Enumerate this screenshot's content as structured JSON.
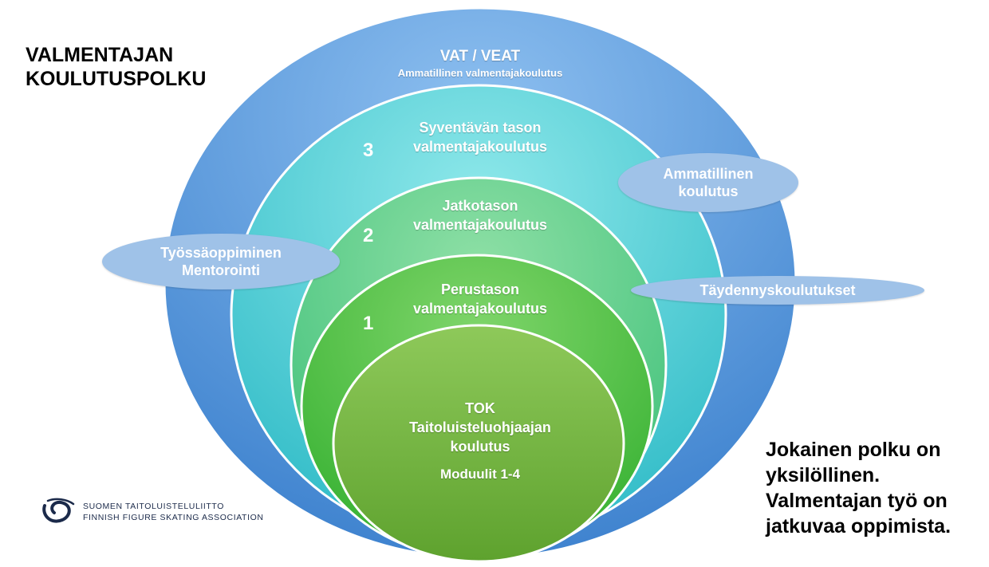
{
  "title": "VALMENTAJAN\nKOULUTUSPOLKU",
  "levels": {
    "vat": {
      "heading": "VAT / VEAT",
      "subheading": "Ammatillinen valmentajakoulutus"
    },
    "level3": {
      "number": "3",
      "label": "Syventävän tason\nvalmentajakoulutus"
    },
    "level2": {
      "number": "2",
      "label": "Jatkotason\nvalmentajakoulutus"
    },
    "level1": {
      "number": "1",
      "label": "Perustason\nvalmentajakoulutus"
    },
    "tok": {
      "heading": "TOK\nTaitoluisteluohjaajan\nkoulutus",
      "modules": "Moduulit 1-4"
    }
  },
  "side_labels": {
    "learning": "Työssäoppiminen\nMentorointi",
    "vocational": "Ammatillinen\nkoulutus",
    "supplementary": "Täydennyskoulutukset"
  },
  "note": "Jokainen polku on\nyksilöllinen.\nValmentajan työ on\njatkuvaa oppimista.",
  "logo": {
    "line1": "SUOMEN TAITOLUISTELULIITTO",
    "line2": "FINNISH FIGURE SKATING ASSOCIATION",
    "icon": "skate-swirl-icon"
  },
  "colors": {
    "outer": "#5f9fe0",
    "level3": "#46cfd6",
    "level2": "#5cd08a",
    "level1": "#4fc24a",
    "tok": "#7cbf44",
    "pill": "#9fc2e8"
  }
}
